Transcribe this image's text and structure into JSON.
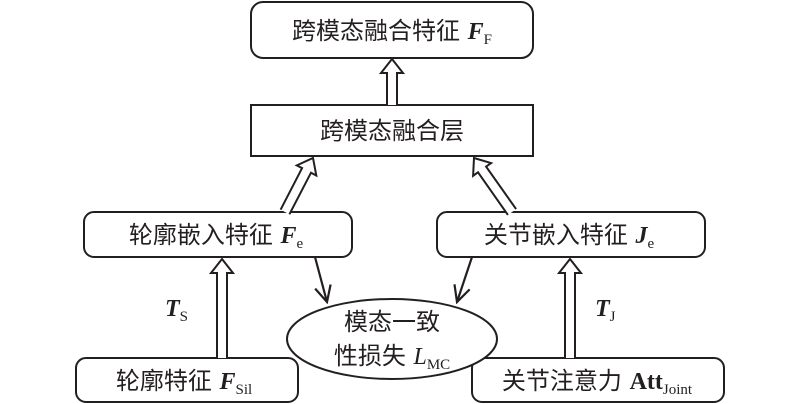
{
  "diagram": {
    "nodes": {
      "fused_feature": {
        "label": "跨模态融合特征",
        "symbol": "F",
        "subscript": "F"
      },
      "fusion_layer": {
        "label": "跨模态融合层"
      },
      "contour_embedding": {
        "label": "轮廓嵌入特征",
        "symbol": "F",
        "subscript": "e"
      },
      "joint_embedding": {
        "label": "关节嵌入特征",
        "symbol": "J",
        "subscript": "e"
      },
      "consistency_loss": {
        "line1": "模态一致",
        "line2": "性损失",
        "symbol": "L",
        "subscript": "MC"
      },
      "contour_feature": {
        "label": "轮廓特征",
        "symbol": "F",
        "subscript": "Sil"
      },
      "joint_attention": {
        "label": "关节注意力",
        "symbol": "Att",
        "subscript": "Joint"
      }
    },
    "edge_labels": {
      "ts": {
        "symbol": "T",
        "subscript": "S"
      },
      "tj": {
        "symbol": "T",
        "subscript": "J"
      }
    },
    "edges": [
      {
        "from": "fusion_layer",
        "to": "fused_feature",
        "style": "hollow-arrow"
      },
      {
        "from": "contour_embedding",
        "to": "fusion_layer",
        "style": "hollow-arrow"
      },
      {
        "from": "joint_embedding",
        "to": "fusion_layer",
        "style": "hollow-arrow"
      },
      {
        "from": "contour_feature",
        "to": "contour_embedding",
        "style": "hollow-arrow",
        "label": "ts"
      },
      {
        "from": "joint_attention",
        "to": "joint_embedding",
        "style": "hollow-arrow",
        "label": "tj"
      },
      {
        "from": "contour_embedding",
        "to": "consistency_loss",
        "style": "line-arrow"
      },
      {
        "from": "joint_embedding",
        "to": "consistency_loss",
        "style": "line-arrow"
      }
    ]
  }
}
